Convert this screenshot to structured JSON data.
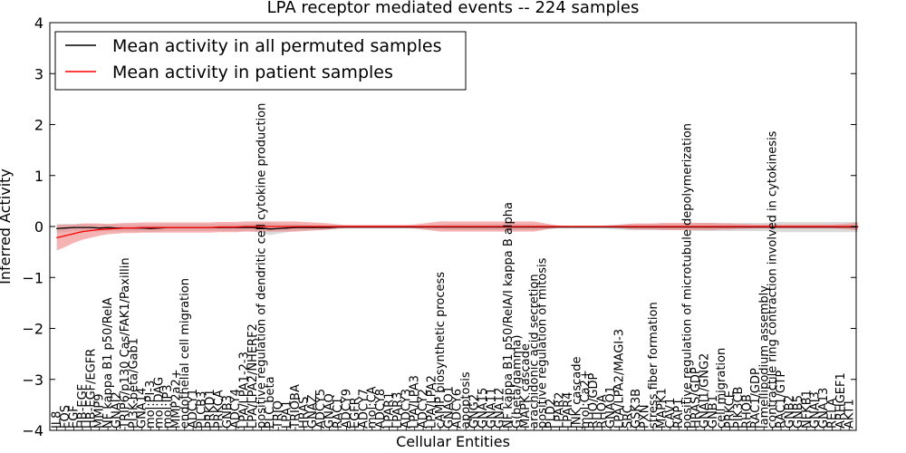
{
  "chart_data": {
    "type": "line",
    "title": "LPA receptor mediated events -- 224 samples",
    "xlabel": "Cellular Entities",
    "ylabel": "Inferred Activity",
    "ylim": [
      -4,
      4
    ],
    "yticks": [
      -4,
      -3,
      -2,
      -1,
      0,
      1,
      2,
      3,
      4
    ],
    "grid": false,
    "legend_position": "top-left",
    "x_labels": [
      "IL8",
      "FOS",
      "EGF",
      "HB-EGF",
      "HB-EGF/EGFR",
      "MMP9",
      "NF kappa B1 p50/RelA",
      "GNAI2",
      "TRIP6/p130 Cas/FAK1/Paxillin",
      "PI3K-beta/Gab1",
      "GNA14",
      "mol:PI-3",
      "mol:DAG",
      "mol:IP3",
      "MMP2a2+",
      "endothelial cell migration",
      "ADCY1",
      "PLCB3",
      "PRKD1",
      "PRKCA",
      "GNB3",
      "ADCY4",
      "LPA/LPA1-2-3",
      "LPA/LPA2/NHERF2",
      "positive regulation of dendritic cell cytokine production",
      "PLC beta",
      "TRIO",
      "LPA1",
      "TRIOBA",
      "HRAS",
      "GNAZ",
      "ADCY5",
      "GNAQ",
      "RAC1",
      "ADCY9",
      "EGFR",
      "ADCY7",
      "mol:CA",
      "ADCY8",
      "LPAR1",
      "LPAR3",
      "ADCY3",
      "LPA/LPA3",
      "ADCY2",
      "LPA/LPA2",
      "cAMP biosynthetic process",
      "GNAO1",
      "ADCY6",
      "apoptosis",
      "GNG2",
      "GNA15",
      "GNA11",
      "GNA12",
      "NF kappa B1 p50/RelA/I kappa B alpha",
      "G(beta/gamma)",
      "MAPK cascade",
      "arachidonic acid secretion",
      "positive regulation of mitosis",
      "PLD2",
      "LPAR2",
      "LPAR4",
      "JNK cascade",
      "mol:Ca2+",
      "RHO/GDP",
      "RHOA",
      "GNAO1",
      "LPA/LPA2/MAGI-3",
      "SRC",
      "GSK3B",
      "PXN",
      "stress fiber formation",
      "MAPK1",
      "CAV1",
      "RAP1",
      "positive regulation of microtubule depolymerization",
      "HRAS/GDP",
      "GNAI1/GNG2",
      "GNB1",
      "cell migration",
      "PRKCE",
      "PIK3CB",
      "RHOB",
      "RAC1/GDP",
      "lamellipodium assembly",
      "contractile ring contraction involved in cytokinesis",
      "RAC1/GTP",
      "GNB2",
      "GNB5",
      "NFKB1",
      "GNAI3",
      "GNA13",
      "RELA",
      "ARHGEF1",
      "AKT1"
    ],
    "series": [
      {
        "name": "Mean activity in all permuted samples",
        "color": "#000000",
        "band_color": "#b0b0b0",
        "values": [
          -0.04,
          -0.03,
          -0.02,
          -0.02,
          -0.02,
          -0.03,
          -0.02,
          -0.03,
          -0.03,
          -0.03,
          -0.03,
          -0.04,
          -0.03,
          -0.02,
          -0.02,
          -0.02,
          -0.02,
          -0.02,
          -0.02,
          -0.02,
          -0.02,
          -0.02,
          -0.02,
          -0.02,
          -0.03,
          -0.05,
          -0.04,
          -0.03,
          -0.02,
          -0.02,
          -0.02,
          -0.02,
          -0.02,
          -0.01,
          -0.01,
          -0.01,
          -0.01,
          -0.01,
          -0.01,
          -0.01,
          -0.01,
          -0.01,
          -0.01,
          -0.01,
          -0.01,
          -0.01,
          -0.01,
          -0.01,
          -0.01,
          -0.01,
          -0.01,
          -0.01,
          -0.01,
          -0.01,
          -0.01,
          -0.01,
          -0.01,
          -0.01,
          -0.01,
          -0.01,
          -0.01,
          -0.01,
          -0.01,
          -0.01,
          -0.01,
          -0.01,
          -0.01,
          -0.01,
          -0.01,
          -0.01,
          -0.01,
          -0.01,
          -0.01,
          -0.01,
          -0.01,
          -0.01,
          -0.01,
          -0.01,
          -0.01,
          -0.01,
          -0.01,
          -0.01,
          -0.01,
          -0.01,
          -0.01,
          -0.01,
          -0.01,
          -0.01,
          -0.01,
          -0.01,
          -0.01,
          -0.01,
          -0.01,
          -0.01,
          -0.01
        ],
        "band": [
          0.09,
          0.08,
          0.07,
          0.07,
          0.07,
          0.07,
          0.07,
          0.07,
          0.07,
          0.07,
          0.07,
          0.07,
          0.07,
          0.07,
          0.07,
          0.07,
          0.07,
          0.07,
          0.07,
          0.07,
          0.07,
          0.07,
          0.07,
          0.08,
          0.1,
          0.12,
          0.1,
          0.08,
          0.07,
          0.06,
          0.05,
          0.05,
          0.04,
          0.04,
          0.03,
          0.03,
          0.03,
          0.03,
          0.03,
          0.03,
          0.03,
          0.03,
          0.03,
          0.03,
          0.04,
          0.05,
          0.06,
          0.06,
          0.06,
          0.06,
          0.06,
          0.06,
          0.06,
          0.06,
          0.06,
          0.06,
          0.06,
          0.05,
          0.04,
          0.03,
          0.03,
          0.03,
          0.03,
          0.03,
          0.03,
          0.04,
          0.05,
          0.06,
          0.06,
          0.06,
          0.06,
          0.06,
          0.06,
          0.06,
          0.07,
          0.08,
          0.08,
          0.08,
          0.08,
          0.08,
          0.08,
          0.08,
          0.08,
          0.08,
          0.09,
          0.1,
          0.1,
          0.1,
          0.1,
          0.1,
          0.1,
          0.1,
          0.1,
          0.1,
          0.1
        ]
      },
      {
        "name": "Mean activity in patient samples",
        "color": "#ff0000",
        "band_color": "#f08080",
        "values": [
          -0.22,
          -0.18,
          -0.14,
          -0.1,
          -0.08,
          -0.06,
          -0.05,
          -0.04,
          -0.03,
          -0.03,
          -0.02,
          -0.02,
          -0.02,
          -0.02,
          -0.02,
          -0.02,
          -0.02,
          -0.02,
          -0.02,
          -0.01,
          -0.01,
          -0.01,
          0.0,
          0.0,
          0.0,
          0.0,
          0.0,
          0.0,
          0.0,
          0.0,
          0.0,
          0.0,
          0.0,
          0.0,
          0.0,
          0.0,
          0.0,
          0.0,
          0.0,
          0.0,
          0.0,
          0.0,
          0.0,
          0.0,
          0.0,
          0.0,
          0.0,
          0.0,
          0.0,
          0.0,
          0.0,
          0.0,
          0.0,
          0.0,
          0.0,
          0.0,
          0.0,
          0.0,
          0.0,
          0.0,
          0.0,
          0.0,
          0.0,
          0.0,
          0.0,
          0.0,
          0.0,
          0.0,
          0.0,
          0.0,
          0.0,
          0.0,
          0.0,
          0.0,
          0.0,
          0.0,
          0.0,
          0.0,
          0.0,
          0.0,
          0.0,
          0.0,
          0.0,
          0.0,
          0.0,
          0.0,
          0.0,
          0.0,
          0.0,
          0.0,
          0.0,
          0.0,
          0.0,
          0.0,
          0.0
        ],
        "band": [
          0.25,
          0.22,
          0.18,
          0.16,
          0.14,
          0.12,
          0.1,
          0.1,
          0.1,
          0.1,
          0.1,
          0.1,
          0.1,
          0.1,
          0.1,
          0.1,
          0.1,
          0.1,
          0.1,
          0.1,
          0.1,
          0.1,
          0.1,
          0.1,
          0.1,
          0.1,
          0.1,
          0.1,
          0.1,
          0.09,
          0.08,
          0.07,
          0.06,
          0.04,
          0.03,
          0.03,
          0.03,
          0.03,
          0.03,
          0.03,
          0.03,
          0.03,
          0.04,
          0.06,
          0.08,
          0.1,
          0.1,
          0.1,
          0.1,
          0.1,
          0.1,
          0.1,
          0.1,
          0.1,
          0.1,
          0.1,
          0.1,
          0.07,
          0.04,
          0.02,
          0.01,
          0.01,
          0.01,
          0.01,
          0.01,
          0.02,
          0.03,
          0.05,
          0.06,
          0.06,
          0.06,
          0.07,
          0.07,
          0.07,
          0.07,
          0.07,
          0.07,
          0.07,
          0.06,
          0.06,
          0.05,
          0.05,
          0.04,
          0.04,
          0.04,
          0.04,
          0.04,
          0.04,
          0.04,
          0.04,
          0.04,
          0.04,
          0.05,
          0.06,
          0.08
        ]
      }
    ]
  }
}
